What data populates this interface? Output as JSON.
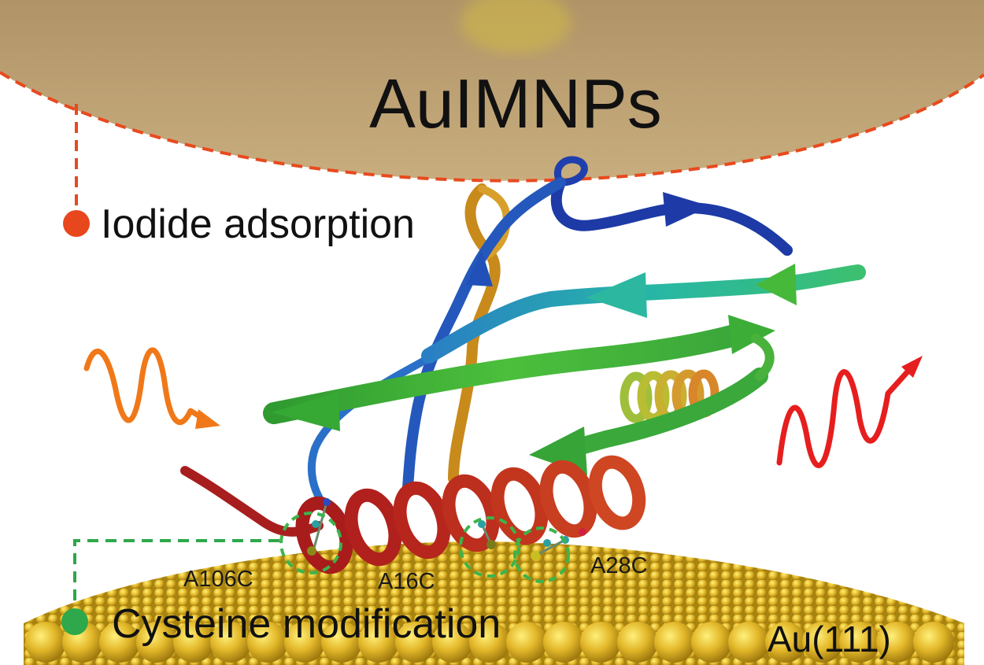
{
  "labels": {
    "nanoparticle": "AuIMNPs",
    "iodide": "Iodide adsorption",
    "cysteine": "Cysteine modification",
    "surface": "Au(111)",
    "sites": [
      "A106C",
      "A16C",
      "A28C"
    ]
  },
  "colors": {
    "nanoparticle_fill": "#bfa274",
    "iodide_marker": "#e8461c",
    "cysteine_marker": "#2ea84a",
    "gold_surface": "#d9ad22",
    "incident_wave": "#f07818",
    "scattered_wave": "#e61e1e"
  }
}
